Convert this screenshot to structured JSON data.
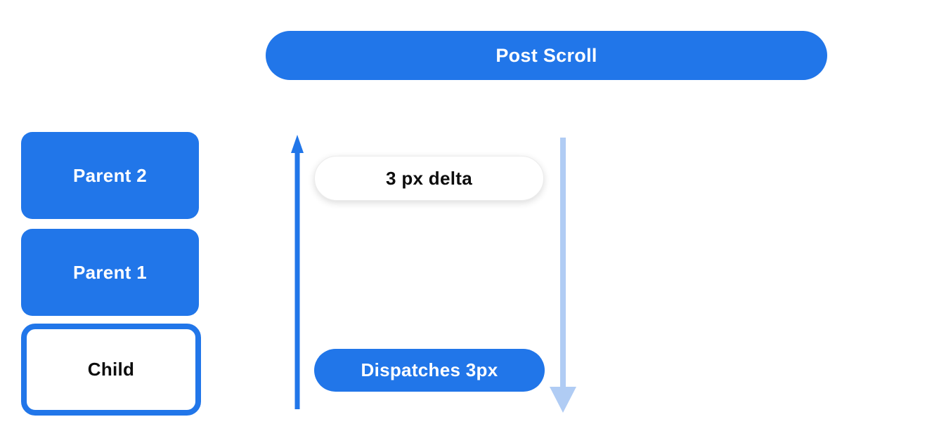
{
  "banner": {
    "label": "Post Scroll"
  },
  "nodes": {
    "parent2": {
      "label": "Parent 2",
      "style": "filled-blue"
    },
    "parent1": {
      "label": "Parent 1",
      "style": "filled-blue"
    },
    "child": {
      "label": "Child",
      "style": "outlined-blue"
    }
  },
  "annotations": {
    "delta_pill": {
      "label": "3 px delta"
    },
    "dispatch_pill": {
      "label": "Dispatches 3px"
    }
  },
  "arrows": {
    "up": {
      "icon": "arrow-up-icon",
      "direction": "up",
      "color": "#2176e9"
    },
    "down": {
      "icon": "arrow-down-icon",
      "direction": "down",
      "color": "#b0ccf4"
    }
  },
  "colors": {
    "primary_blue": "#2176e9",
    "light_blue": "#b0ccf4",
    "background": "#ffffff",
    "text_white": "#ffffff",
    "text_black": "#0d0d0d",
    "pill_border": "#ececec"
  }
}
